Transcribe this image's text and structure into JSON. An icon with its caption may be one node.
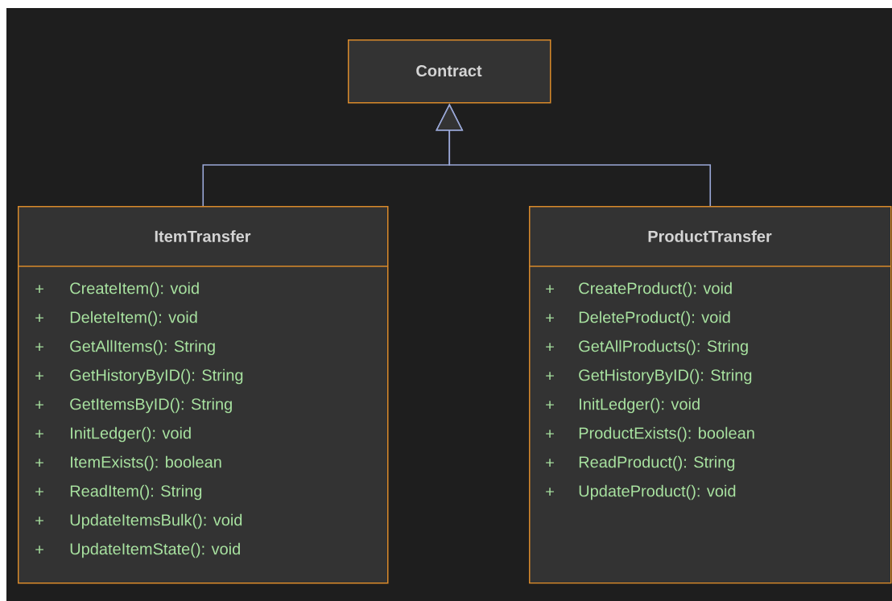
{
  "diagram": {
    "nodes": [
      {
        "text": [
          "Contract"
        ]
      },
      {
        "text": [
          "ItemTransfer",
          "+",
          "CreateItem(): void",
          "+",
          "DeleteItem(): void",
          "+",
          "GetAllItems(): String",
          "+",
          "GetHistoryByID(): String",
          "+",
          "GetItemsByID(): String",
          "+",
          "InitLedger(): void",
          "+",
          "ItemExists(): boolean",
          "+",
          "ReadItem(): String",
          "+",
          "UpdateItemsBulk(): void",
          "+",
          "UpdateItemState(): void"
        ]
      },
      {
        "text": [
          "ProductTransfer",
          "+",
          "CreateProduct(): void",
          "+",
          "DeleteProduct(): void",
          "+",
          "GetAllProducts(): String",
          "+",
          "GetHistoryByID(): String",
          "+",
          "InitLedger(): void",
          "+",
          "ProductExists(): boolean",
          "+",
          "ReadProduct(): String",
          "+",
          "UpdateProduct(): void"
        ]
      }
    ],
    "edges": [
      {
        "from": 1,
        "to": 0,
        "arrow": "to"
      },
      {
        "from": 2,
        "to": 0,
        "arrow": "to"
      }
    ]
  }
}
